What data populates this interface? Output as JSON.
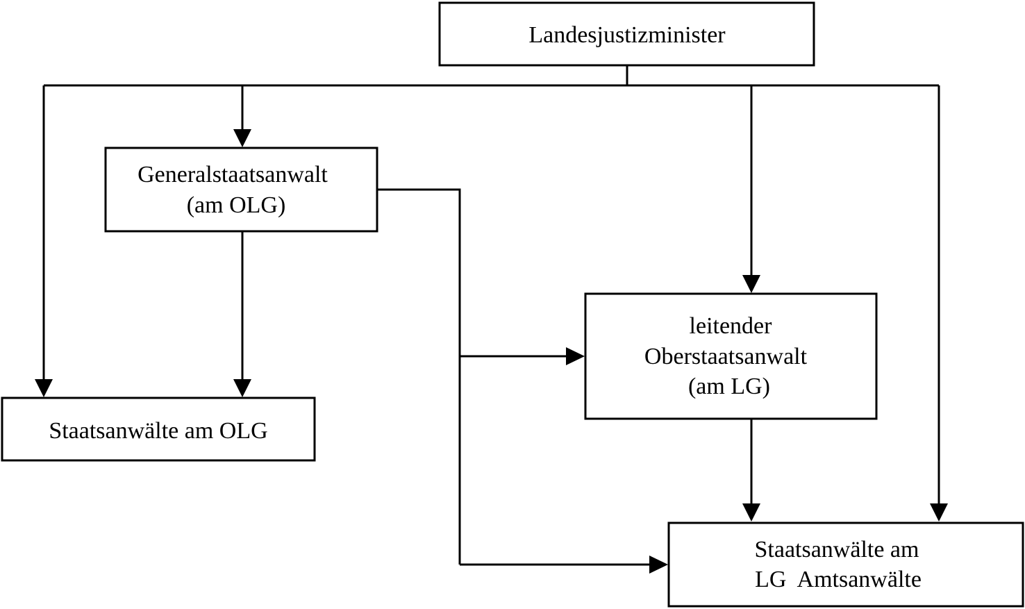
{
  "nodes": {
    "landesjustizminister": {
      "lines": [
        "Landesjustizminister"
      ]
    },
    "generalstaatsanwalt": {
      "lines": [
        "Generalstaatsanwalt",
        "(am OLG)"
      ]
    },
    "staatsanwaelte_olg": {
      "lines": [
        "Staatsanwälte am OLG"
      ]
    },
    "leitender_oberstaatsanwalt": {
      "lines": [
        "leitender",
        "Oberstaatsanwalt",
        "(am LG)"
      ]
    },
    "staatsanwaelte_lg": {
      "lines": [
        "Staatsanwälte am",
        "LG  Amtsanwälte"
      ]
    }
  },
  "edges": [
    {
      "from": "landesjustizminister",
      "to": "staatsanwaelte_olg"
    },
    {
      "from": "landesjustizminister",
      "to": "generalstaatsanwalt"
    },
    {
      "from": "landesjustizminister",
      "to": "leitender_oberstaatsanwalt"
    },
    {
      "from": "landesjustizminister",
      "to": "staatsanwaelte_lg"
    },
    {
      "from": "generalstaatsanwalt",
      "to": "staatsanwaelte_olg"
    },
    {
      "from": "generalstaatsanwalt",
      "to": "leitender_oberstaatsanwalt"
    },
    {
      "from": "generalstaatsanwalt",
      "to": "staatsanwaelte_lg"
    },
    {
      "from": "leitender_oberstaatsanwalt",
      "to": "staatsanwaelte_lg"
    }
  ]
}
